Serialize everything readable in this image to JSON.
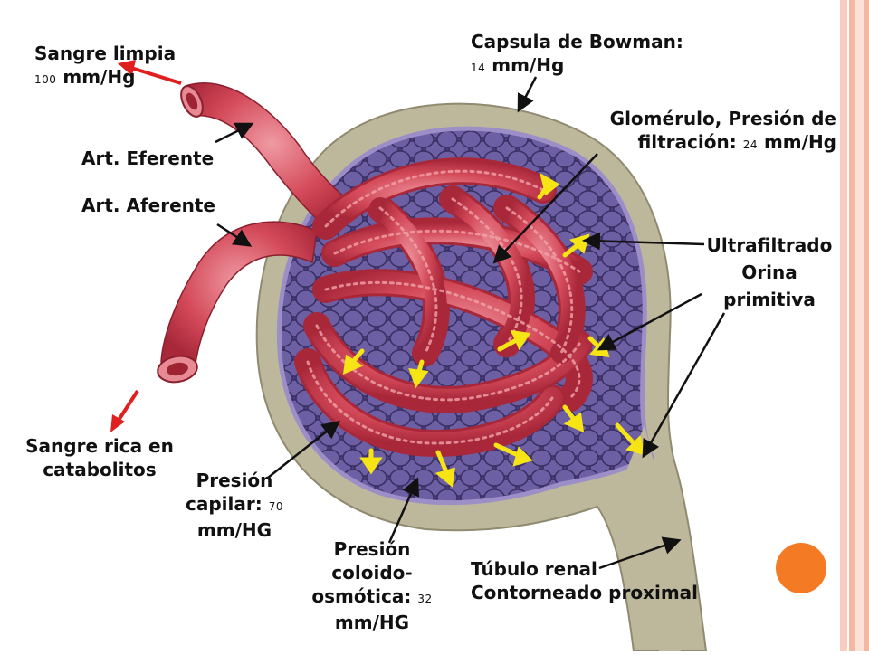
{
  "labels": {
    "sangre_limpia": {
      "title": "Sangre limpia",
      "value_prefix": "100",
      "value": "mm/Hg"
    },
    "capsula": {
      "title": "Capsula de Bowman:",
      "value_prefix": "14",
      "value": "mm/Hg"
    },
    "glomerulo": {
      "line1": "Glomérulo, Presión de",
      "line2_text": "filtración:",
      "line2_small": "24",
      "line2_end": "mm/Hg"
    },
    "art_eferente": "Art. Eferente",
    "art_aferente": "Art. Aferente",
    "ultrafiltrado": {
      "line1": "Ultrafiltrado",
      "line2": "Orina",
      "line3": "primitiva"
    },
    "sangre_rica": {
      "line1": "Sangre rica en",
      "line2": "catabolitos"
    },
    "presion_capilar": {
      "line1": "Presión",
      "line2_text": "capilar:",
      "line2_small": "70",
      "line3": "mm/HG"
    },
    "presion_coloido": {
      "line1": "Presión",
      "line2": "coloido-",
      "line3_text": "osmótica:",
      "line3_small": "32",
      "line4": "mm/HG"
    },
    "tubulo": {
      "line1": "Túbulo renal",
      "line2": "Contorneado proximal"
    }
  },
  "colors": {
    "border_outer": "#f2b8a3",
    "border_inner": "#fbe1d6",
    "capsule_wall": "#b9b497",
    "capsule_space": "#4d3f7e",
    "vessel": "#c83a4c",
    "vessel_light": "#e57c86",
    "arrow_yellow": "#f7e414",
    "arrow_red": "#e01f1f",
    "dot_orange": "#f47a24"
  }
}
